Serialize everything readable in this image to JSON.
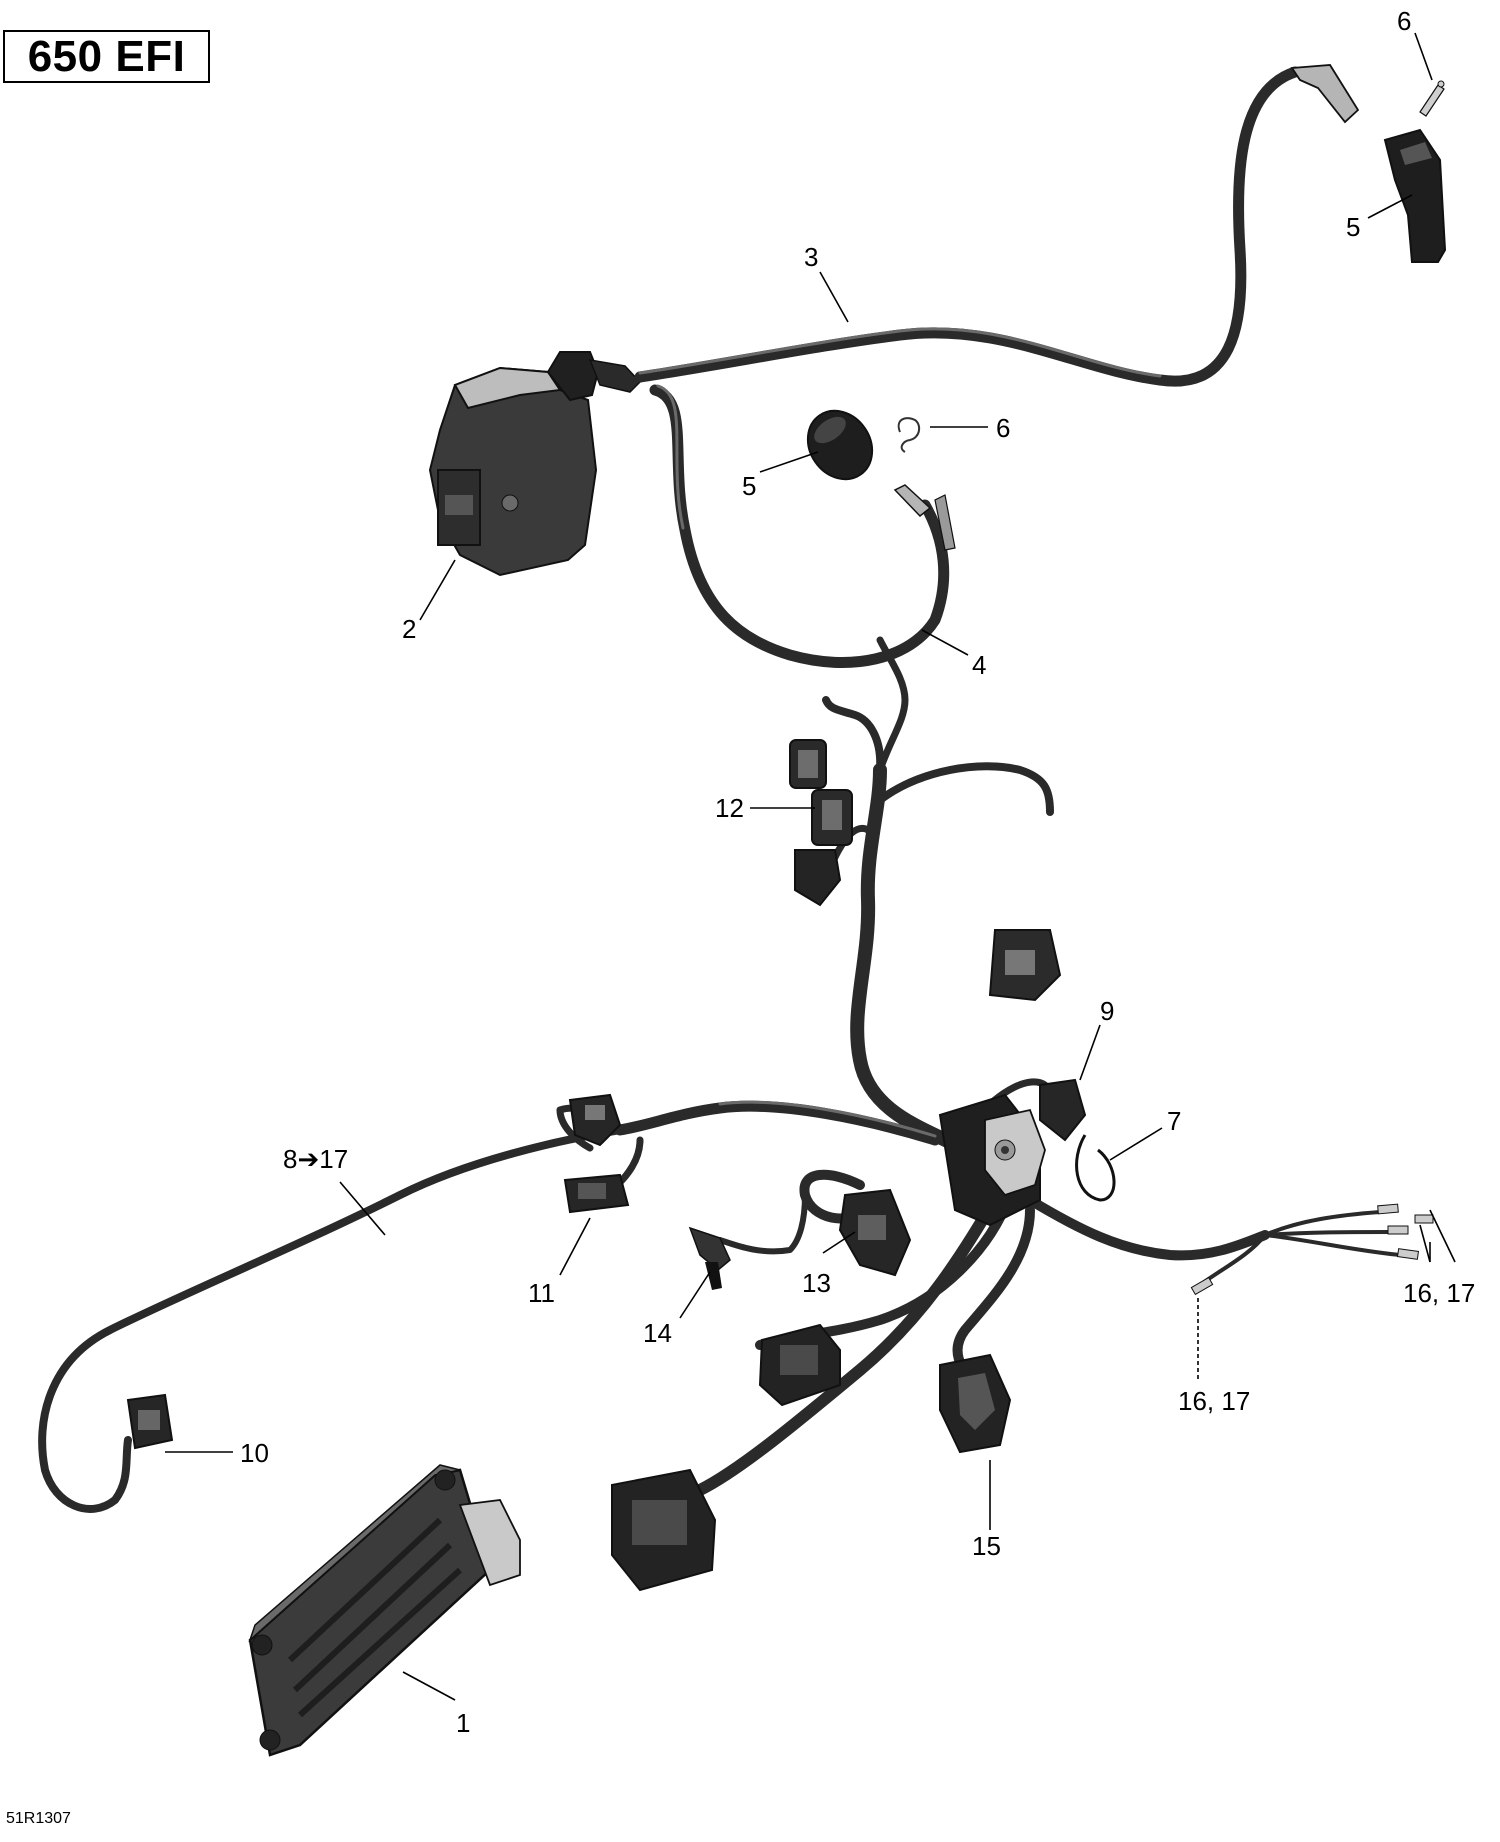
{
  "diagram": {
    "model_label": "650 EFI",
    "drawing_code": "51R1307",
    "callouts": {
      "c1": "1",
      "c2": "2",
      "c3": "3",
      "c4": "4",
      "c5a": "5",
      "c5b": "5",
      "c6a": "6",
      "c6b": "6",
      "c7": "7",
      "c8": "8➔17",
      "c9": "9",
      "c10": "10",
      "c11": "11",
      "c12": "12",
      "c13": "13",
      "c14": "14",
      "c15": "15",
      "c16a": "16, 17",
      "c16b": "16, 17"
    }
  }
}
